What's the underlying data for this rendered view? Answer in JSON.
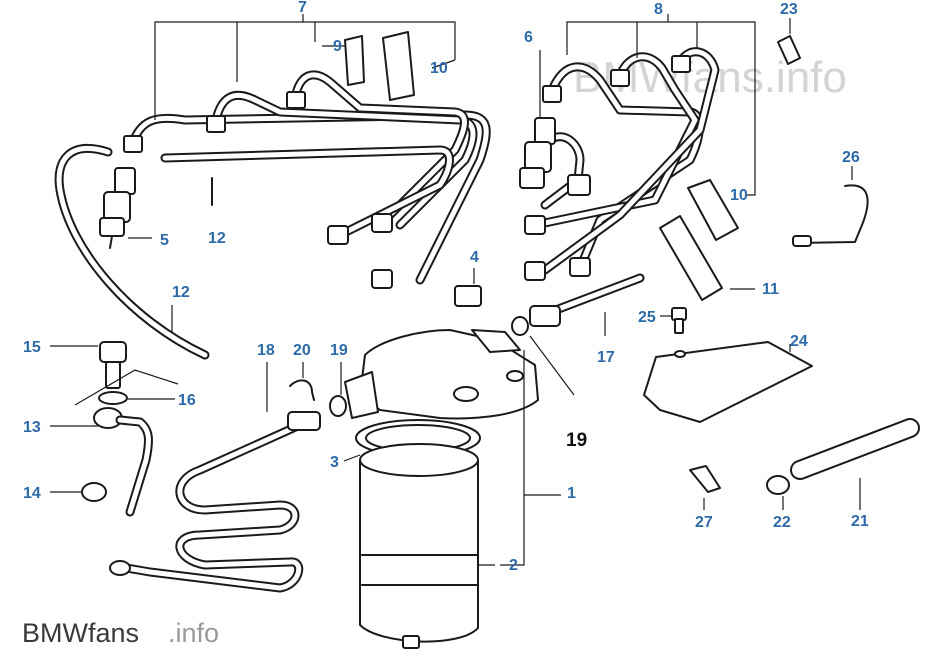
{
  "watermark": {
    "brand": "BMWfans",
    "suffix": ".info"
  },
  "callouts": {
    "c1": "1",
    "c2": "2",
    "c3": "3",
    "c4": "4",
    "c5": "5",
    "c6": "6",
    "c7": "7",
    "c8": "8",
    "c9": "9",
    "c10a": "10",
    "c10b": "10",
    "c11": "11",
    "c12a": "12",
    "c12b": "12",
    "c13": "13",
    "c14": "14",
    "c15": "15",
    "c16": "16",
    "c17": "17",
    "c18": "18",
    "c19a": "19",
    "c19b": "19",
    "c20": "20",
    "c21": "21",
    "c22": "22",
    "c23": "23",
    "c24": "24",
    "c25": "25",
    "c26": "26",
    "c27": "27"
  },
  "colors": {
    "callout": "#2d6aa8",
    "line": "#1a1a1a"
  }
}
